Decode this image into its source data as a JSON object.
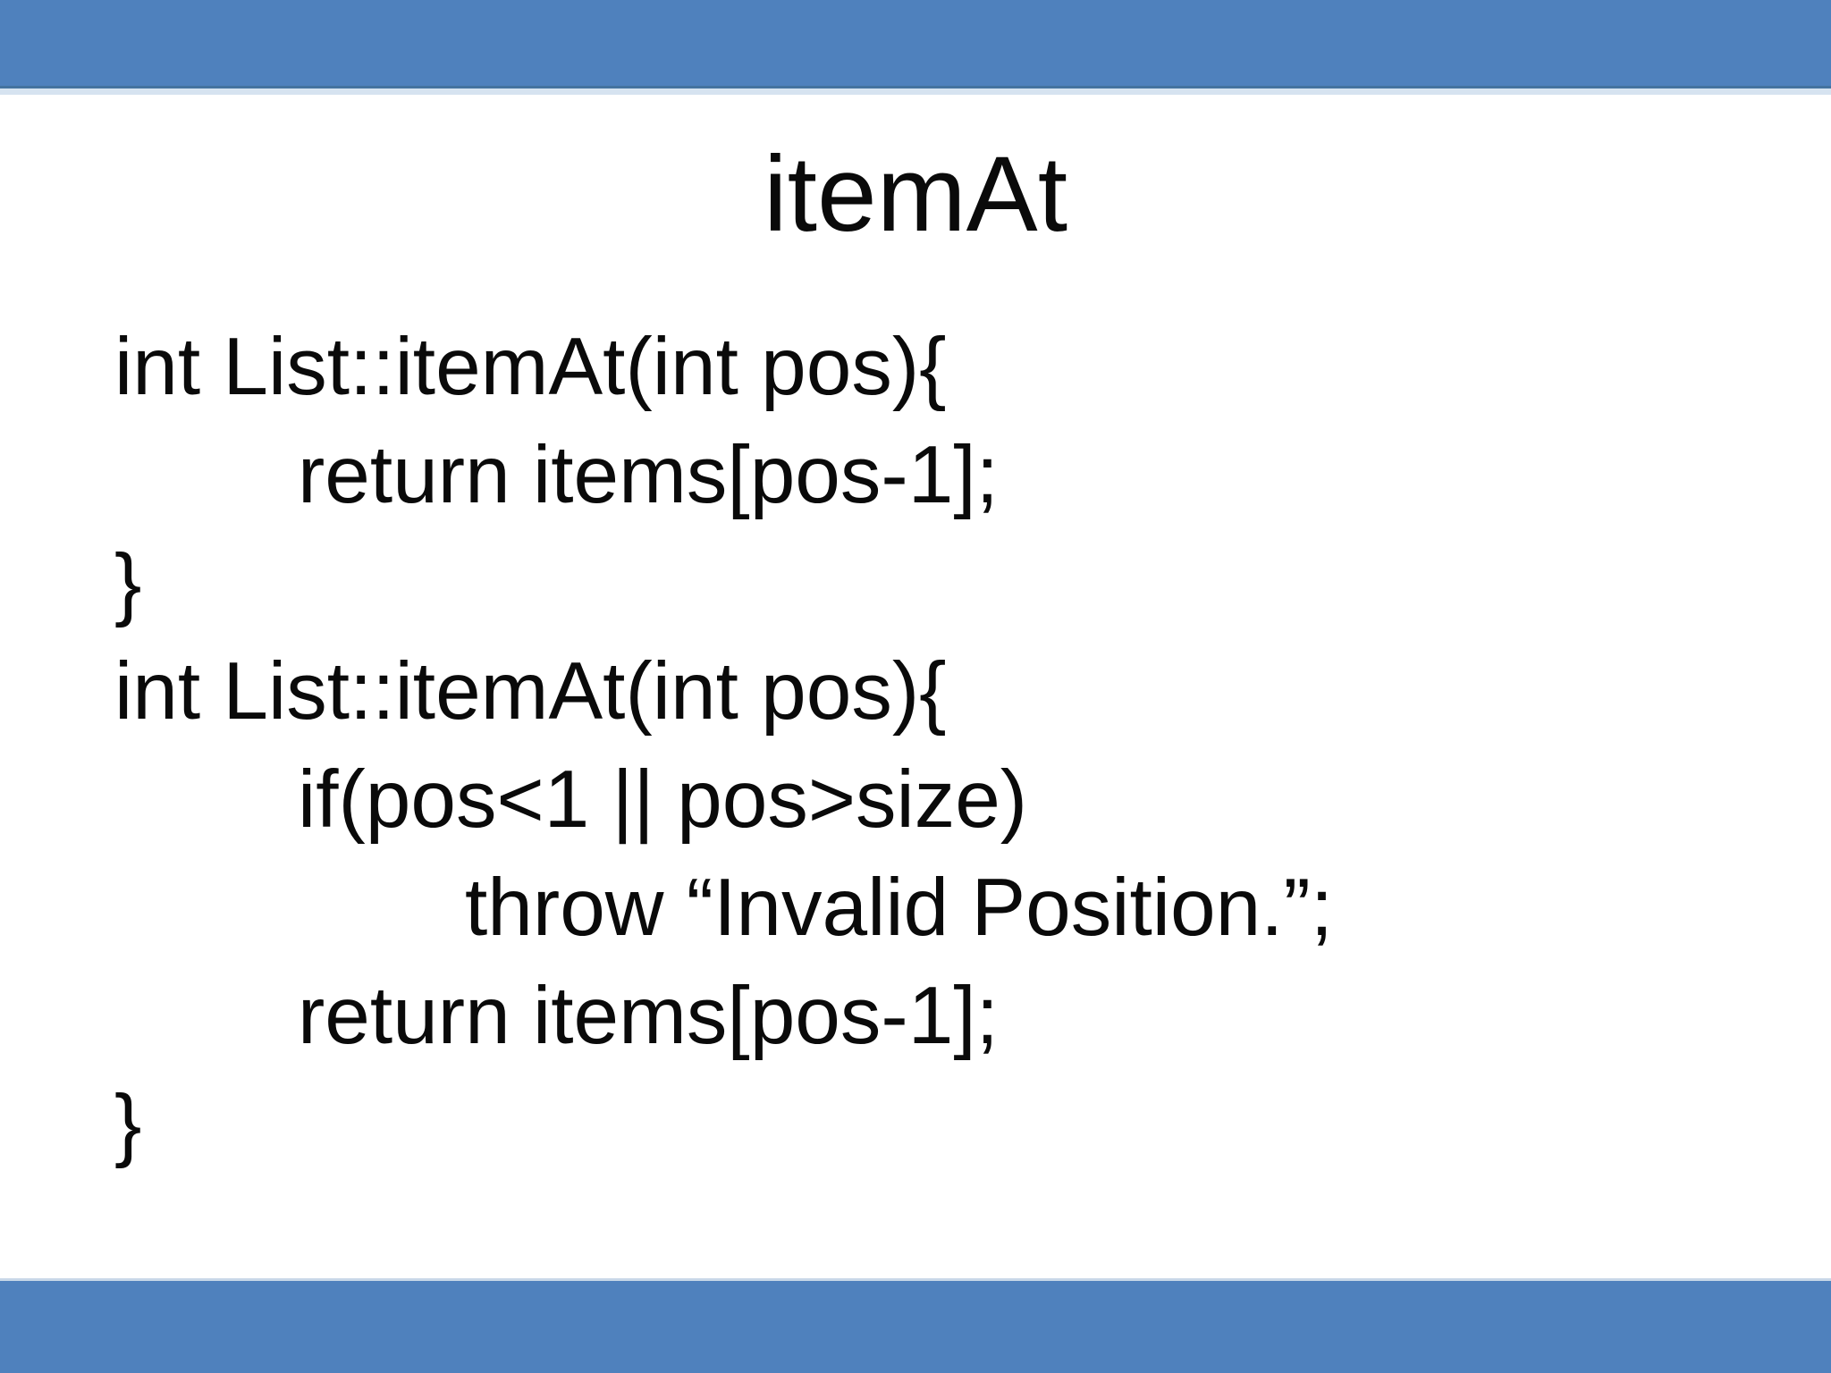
{
  "slide": {
    "title": "itemAt",
    "code_lines": [
      {
        "text": "int List::itemAt(int pos){",
        "indent": 0
      },
      {
        "text": "return items[pos-1];",
        "indent": 1
      },
      {
        "text": "}",
        "indent": 0
      },
      {
        "text": "int List::itemAt(int pos){",
        "indent": 0
      },
      {
        "text": "if(pos<1 || pos>size)",
        "indent": 1
      },
      {
        "text": "throw “Invalid Position.”;",
        "indent": 2
      },
      {
        "text": "return items[pos-1];",
        "indent": 1
      },
      {
        "text": "}",
        "indent": 0
      }
    ],
    "colors": {
      "bar_blue": "#4f81bd",
      "bar_edge_dark": "#44739f",
      "bar_edge_light": "#d6e3f0",
      "bar_edge_light2": "#c9d8e8",
      "text": "#0a0a0a",
      "background": "#ffffff"
    }
  }
}
